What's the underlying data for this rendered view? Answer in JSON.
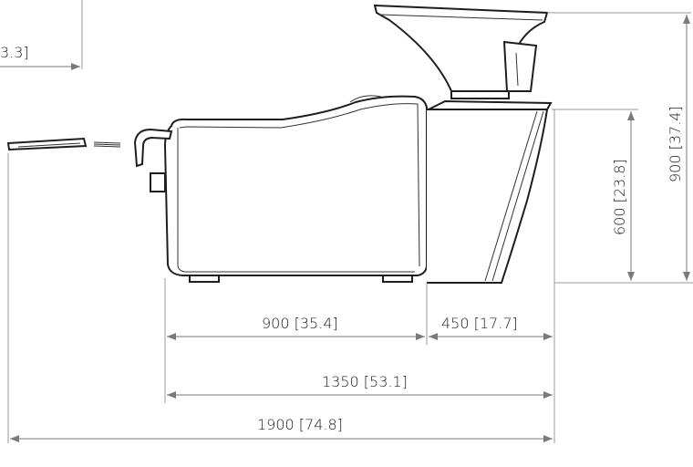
{
  "drawing": {
    "colors": {
      "dimension": "#7a7a7a",
      "outline": "#1e1e1e",
      "background": "#ffffff",
      "text": "#222222"
    },
    "dimensions": {
      "partial": "3.3]",
      "chair_width": "900 [35.4]",
      "base_width": "450 [17.7]",
      "body_plus_base": "1350 [53.1]",
      "overall_length": "1900 [74.8]",
      "base_height": "600 [23.8]",
      "overall_height": "900 [37.4]"
    }
  }
}
